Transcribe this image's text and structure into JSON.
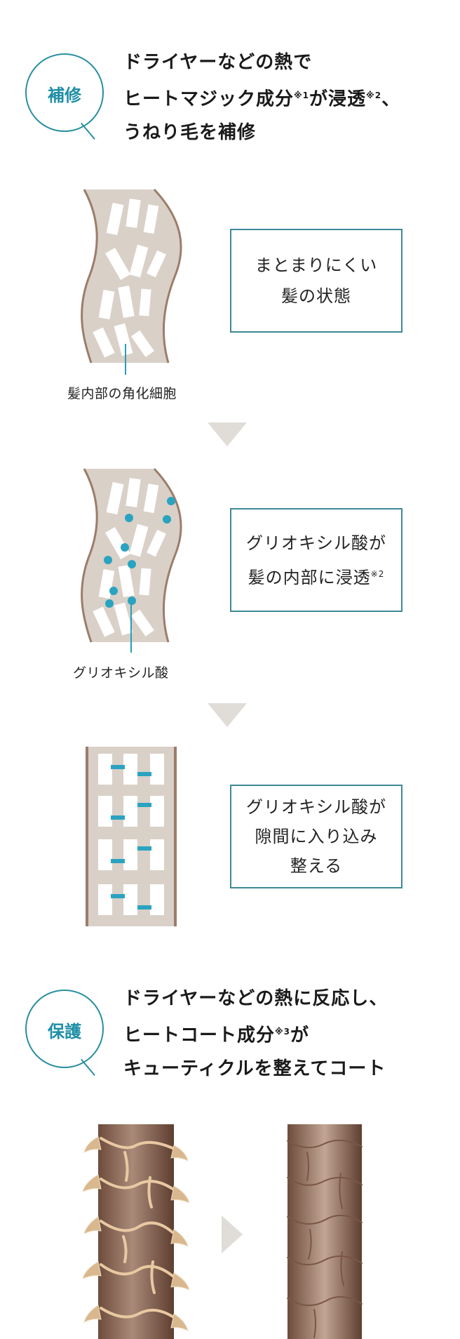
{
  "repair": {
    "badge": "補修",
    "headline": {
      "line1": "ドライヤーなどの熱で",
      "line2_main": "ヒートマジック成分",
      "line2_sup1": "※1",
      "line2_mid": "が浸透",
      "line2_sup2": "※2",
      "line2_end": "、",
      "line3": "うねり毛を補修"
    },
    "steps": [
      {
        "box_line1": "まとまりにくい",
        "box_line2": "髪の状態",
        "caption": "髪内部の角化細胞"
      },
      {
        "box_line1": "グリオキシル酸が",
        "box_line2_main": "髪の内部に浸透",
        "box_line2_sup": "※2",
        "caption": "グリオキシル酸"
      },
      {
        "box_line1": "グリオキシル酸が",
        "box_line2": "隙間に入り込み",
        "box_line3": "整える"
      }
    ]
  },
  "protect": {
    "badge": "保護",
    "headline": {
      "line1": "ドライヤーなどの熱に反応し、",
      "line2_main": "ヒートコート成分",
      "line2_sup": "※3",
      "line2_end": "が",
      "line3": "キューティクルを整えてコート"
    }
  },
  "colors": {
    "accent": "#2a8fa0",
    "molecule": "#2aa3c0",
    "hair_fill": "#d9d0c8",
    "hair_edge": "#9b7d6b",
    "arrow": "#e0dcd8"
  }
}
